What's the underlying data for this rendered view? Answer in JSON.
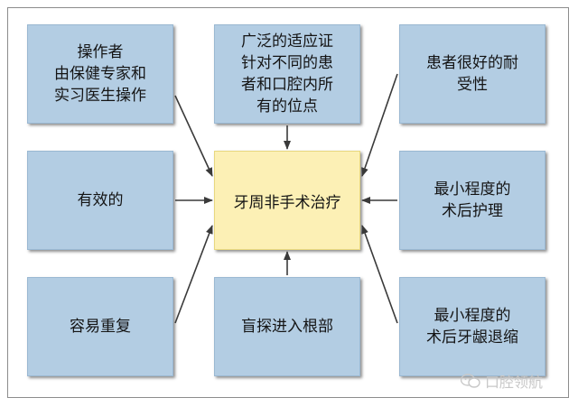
{
  "diagram": {
    "center": "牙周非手术治疗",
    "boxes": {
      "top_left": [
        "操作者",
        "由保健专家和",
        "实习医生操作"
      ],
      "top_center": [
        "广泛的适应证",
        "针对不同的患",
        "者和口腔内所",
        "有的位点"
      ],
      "top_right": [
        "患者很好的耐",
        "受性"
      ],
      "mid_left": [
        "有效的"
      ],
      "mid_right": [
        "最小程度的",
        "术后护理"
      ],
      "bottom_left": [
        "容易重复"
      ],
      "bottom_center": [
        "盲探进入根部"
      ],
      "bottom_right": [
        "最小程度的",
        "术后牙龈退缩"
      ]
    }
  },
  "watermark": {
    "text": "口腔领航",
    "icon": "wechat-icon"
  }
}
